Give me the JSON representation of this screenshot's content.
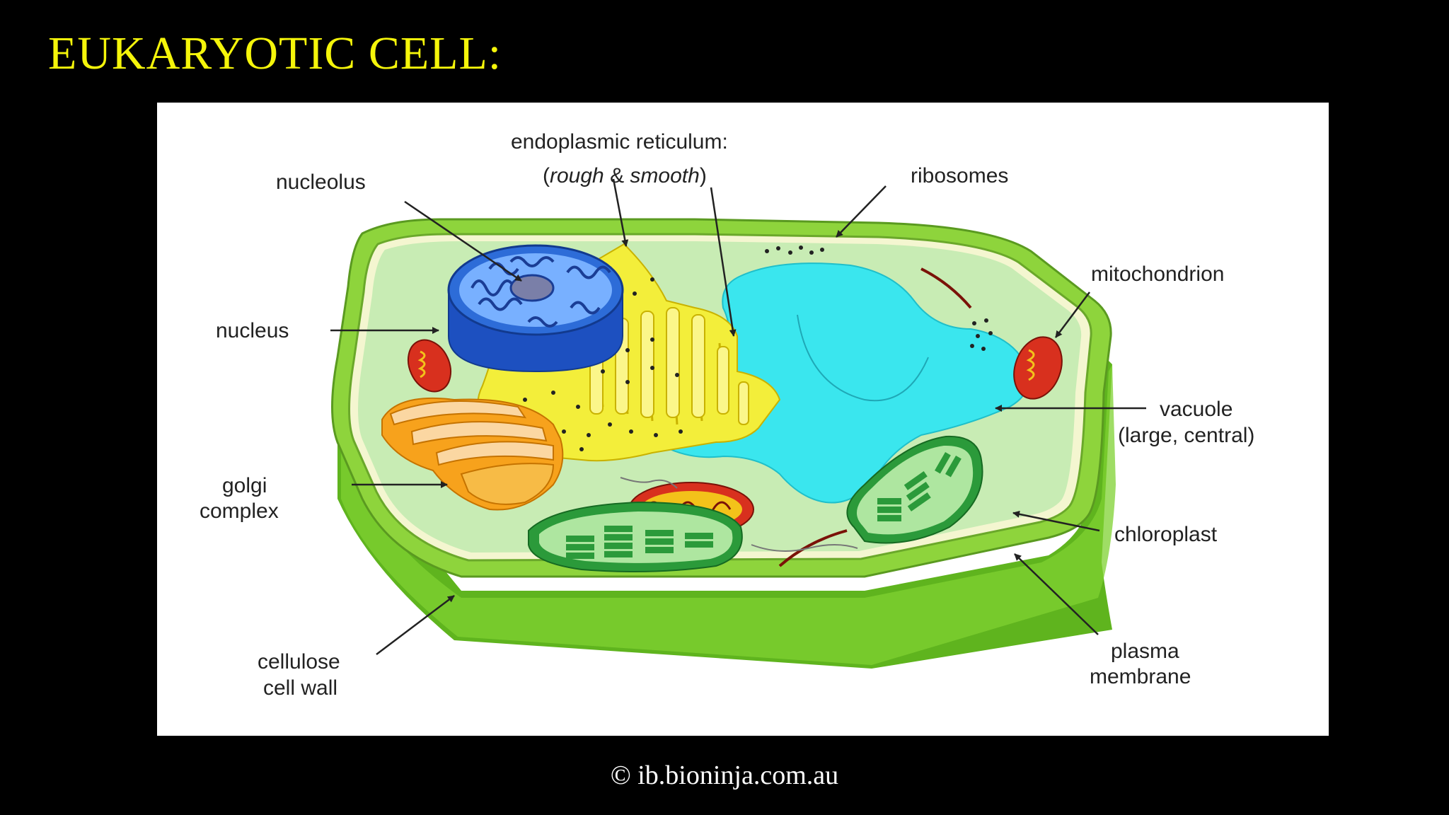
{
  "slide": {
    "title": "EUKARYOTIC CELL:",
    "copyright": "© ib.bioninja.com.au"
  },
  "diagram": {
    "labels": {
      "er_title": "endoplasmic reticulum:",
      "er_open": "(",
      "er_rough": "rough",
      "er_amp": " & ",
      "er_smooth": "smooth",
      "er_close": ")",
      "nucleolus": "nucleolus",
      "ribosomes": "ribosomes",
      "mitochondrion": "mitochondrion",
      "nucleus": "nucleus",
      "vacuole_line1": "vacuole",
      "vacuole_line2": "(large, central)",
      "golgi_line1": "golgi",
      "golgi_line2": "complex",
      "chloroplast": "chloroplast",
      "cell_wall_line1": "cellulose",
      "cell_wall_line2": "cell wall",
      "membrane_line1": "plasma",
      "membrane_line2": "membrane"
    },
    "colors": {
      "title": "#f5f50a",
      "cell_wall": "#7dc832",
      "cytoplasm": "#c8ecb4",
      "vacuole": "#3ae6ee",
      "nucleus": "#2d6cd8",
      "er": "#f3ee3a",
      "golgi": "#f7a21c",
      "mitochondrion": "#d8301e",
      "chloroplast": "#2b9a3a"
    }
  }
}
